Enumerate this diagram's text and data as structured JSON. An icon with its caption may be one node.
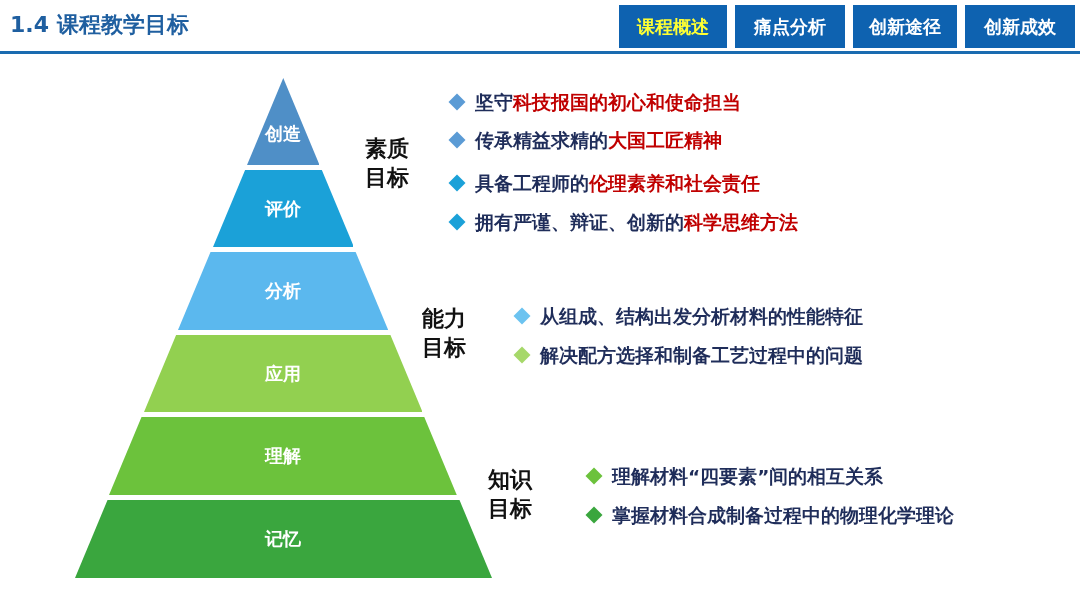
{
  "diagram": {
    "title": "1.4 课程教学目标",
    "nodes": [
      {
        "text": [
          "课程概述"
        ]
      },
      {
        "text": [
          "痛点分析"
        ]
      },
      {
        "text": [
          "创新途径"
        ]
      },
      {
        "text": [
          "创新成效"
        ]
      },
      {
        "text": [
          "创造"
        ]
      },
      {
        "text": [
          "评价"
        ]
      },
      {
        "text": [
          "分析"
        ]
      },
      {
        "text": [
          "应用"
        ]
      },
      {
        "text": [
          "理解"
        ]
      },
      {
        "text": [
          "记忆"
        ]
      }
    ],
    "labels": [
      "素质目标",
      "坚守**科技报国的初心和使命担当**",
      "传承精益求精的**大国工匠精神**",
      "具备工程师的**伦理素养和社会责任**",
      "拥有严谨、辩证、创新的**科学思维方法**",
      "能力目标",
      "从组成、结构出发分析材料的性能特征",
      "解决配方选择和制备工艺过程中的问题",
      "知识目标",
      "理解材料“四要素”间的相互关系",
      "掌握材料合成制备过程中的物理化学理论"
    ]
  }
}
